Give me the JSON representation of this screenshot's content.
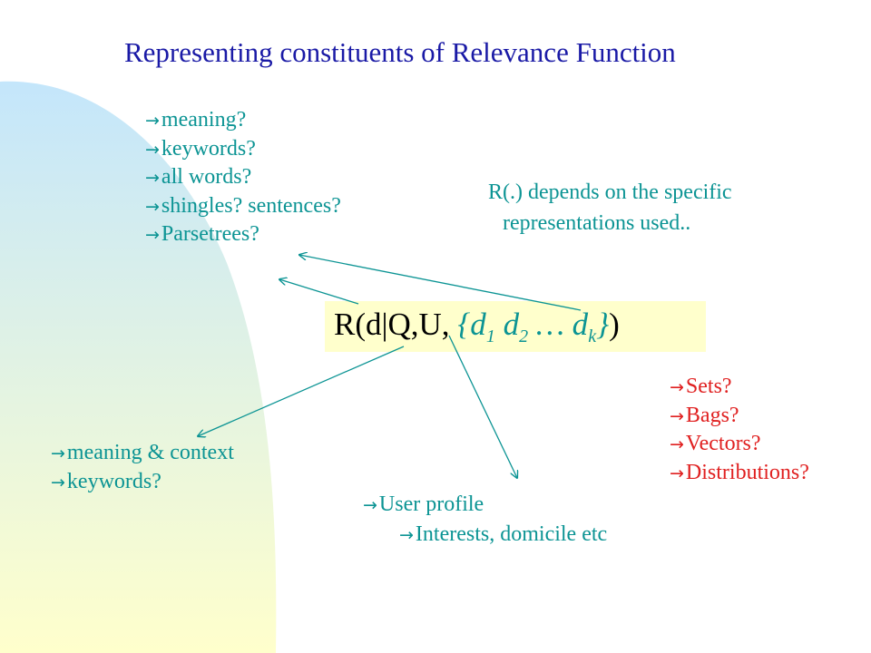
{
  "slide": {
    "title": "Representing constituents of  Relevance Function",
    "top_list": [
      "meaning?",
      "keywords?",
      "all words?",
      "shingles?  sentences?",
      "Parsetrees?"
    ],
    "note": [
      "R(.) depends on the specific",
      "representations used.."
    ],
    "formula": {
      "prefix": "R(d|Q,U, ",
      "set_open": "{d",
      "sub1": "1",
      "d2": " d",
      "sub2": "2",
      "dots": " … d",
      "subk": "k",
      "set_close": "}",
      "suffix": ")"
    },
    "left_list": [
      "meaning & context",
      "keywords?"
    ],
    "profile": [
      "User profile",
      "Interests, domicile etc"
    ],
    "right_list": [
      "Sets?",
      "Bags?",
      "Vectors?",
      "Distributions?"
    ],
    "bullet_glyph": "→"
  },
  "colors": {
    "title": "#1a1aa6",
    "teal": "#0c9494",
    "red": "#e02020",
    "formula_bg": "#ffffcc",
    "gradient_top": "#c4e6fb",
    "gradient_bottom": "#ffffcc"
  },
  "icons": {
    "bullet": "right-arrow-icon"
  }
}
